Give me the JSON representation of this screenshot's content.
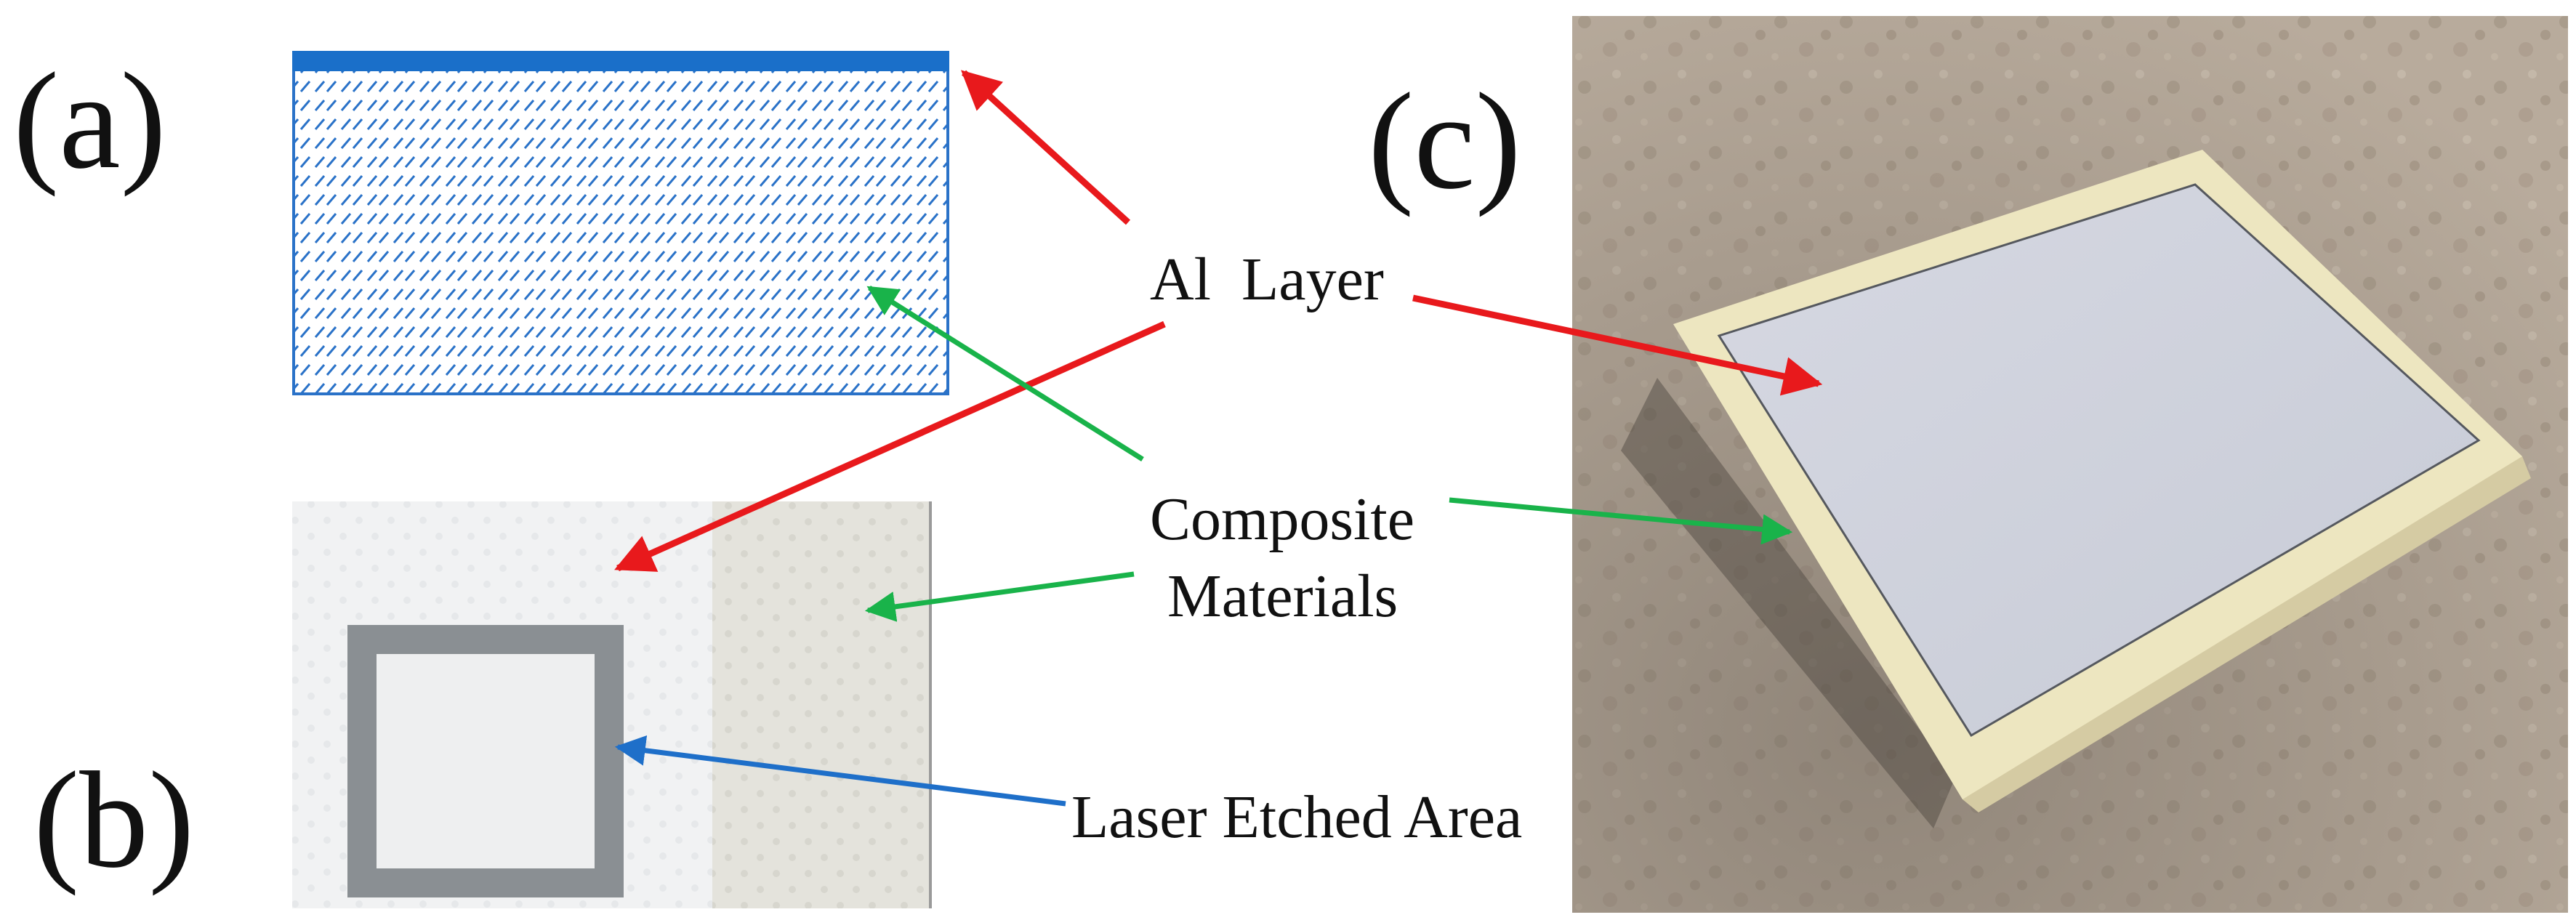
{
  "panels": {
    "a": "(a)",
    "b": "(b)",
    "c": "(c)"
  },
  "labels": {
    "al_layer": "Al  Layer",
    "composite_line1": "Composite",
    "composite_line2": "Materials",
    "laser_etched": "Laser Etched Area"
  },
  "colors": {
    "al_layer_fill": "#1a6fc9",
    "hatch": "#2a72c8",
    "arrow_al": "#e8191c",
    "arrow_composite": "#19b34a",
    "arrow_laser": "#1e6fc9",
    "etched_frame": "#8a8f93",
    "composite_panel": "#e4e3dc",
    "al_photo_surface": "#d7dae2",
    "substrate": "#ede6c0",
    "table_surface": "#b8ab9c"
  }
}
